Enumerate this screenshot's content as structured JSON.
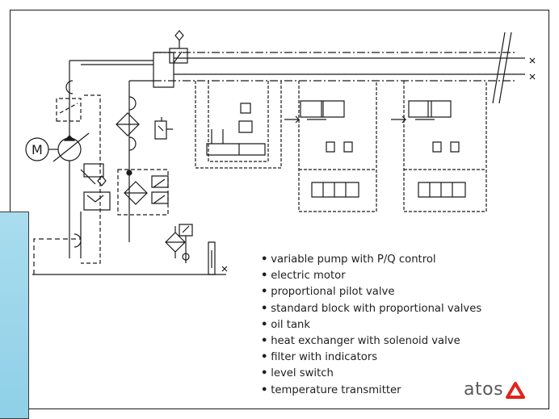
{
  "legend": {
    "bullet": "•",
    "items": [
      "variable pump with P/Q control",
      "electric motor",
      "proportional pilot valve",
      "standard block with proportional valves",
      "oil tank",
      "heat exchanger with solenoid valve",
      "filter with indicators",
      "level switch",
      "temperature transmitter"
    ]
  },
  "diagram": {
    "motor_symbol": "M"
  },
  "brand": {
    "text": "atos",
    "accent_color": "#e2231a"
  },
  "colors": {
    "line": "#1a1a1a",
    "side_panel": "#9dd6ec"
  }
}
